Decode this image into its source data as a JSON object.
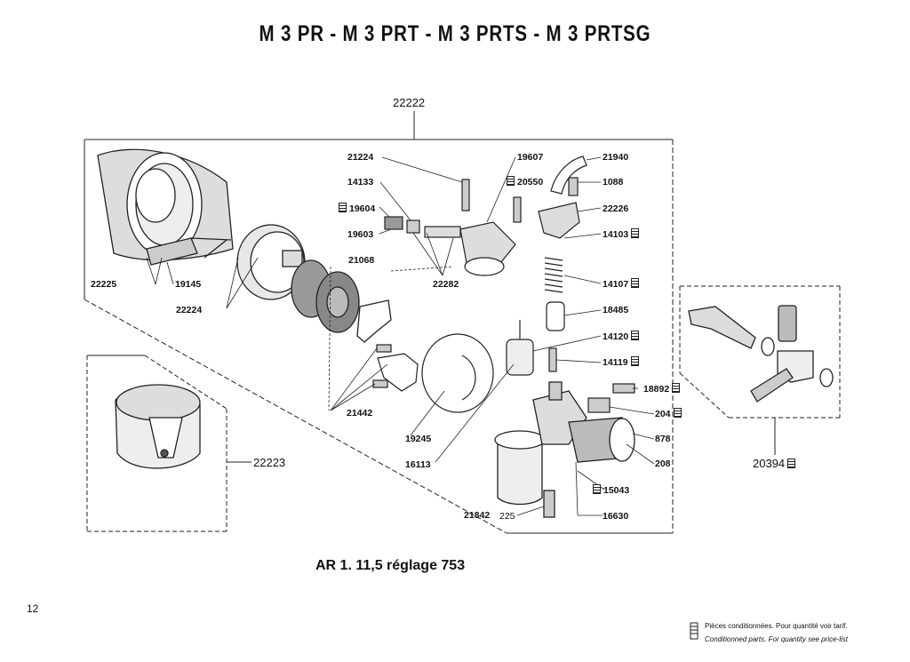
{
  "page": {
    "title": "M 3 PR   -   M 3 PRT   -   M 3 PRTS   -   M 3 PRTSG",
    "caption": "AR 1. 11,5 réglage 753",
    "page_number": "12",
    "legend_fr": "Pièces conditionnées. Pour quantité voir tarif.",
    "legend_en": "Conditionned parts. For quantity see price-list"
  },
  "labels": {
    "assembly_main": "22222",
    "assembly_filter": "22223",
    "assembly_tap": "20394",
    "p21224": "21224",
    "p14133": "14133",
    "p19604": "19604",
    "p19603": "19603",
    "p21068": "21068",
    "p22282": "22282",
    "p19607": "19607",
    "p20550": "20550",
    "p21940": "21940",
    "p1088": "1088",
    "p22226": "22226",
    "p14103": "14103",
    "p14107": "14107",
    "p18485": "18485",
    "p14120": "14120",
    "p14119": "14119",
    "p18892": "18892",
    "p204": "204",
    "p878": "878",
    "p208": "208",
    "p15043": "15043",
    "p16630": "16630",
    "p21842": "21842",
    "p225": "225",
    "p16113": "16113",
    "p19245": "19245",
    "p21442": "21442",
    "p22225": "22225",
    "p19145": "19145",
    "p22224": "22224"
  },
  "icons": {
    "packaged_part": "packaged-part-icon"
  }
}
